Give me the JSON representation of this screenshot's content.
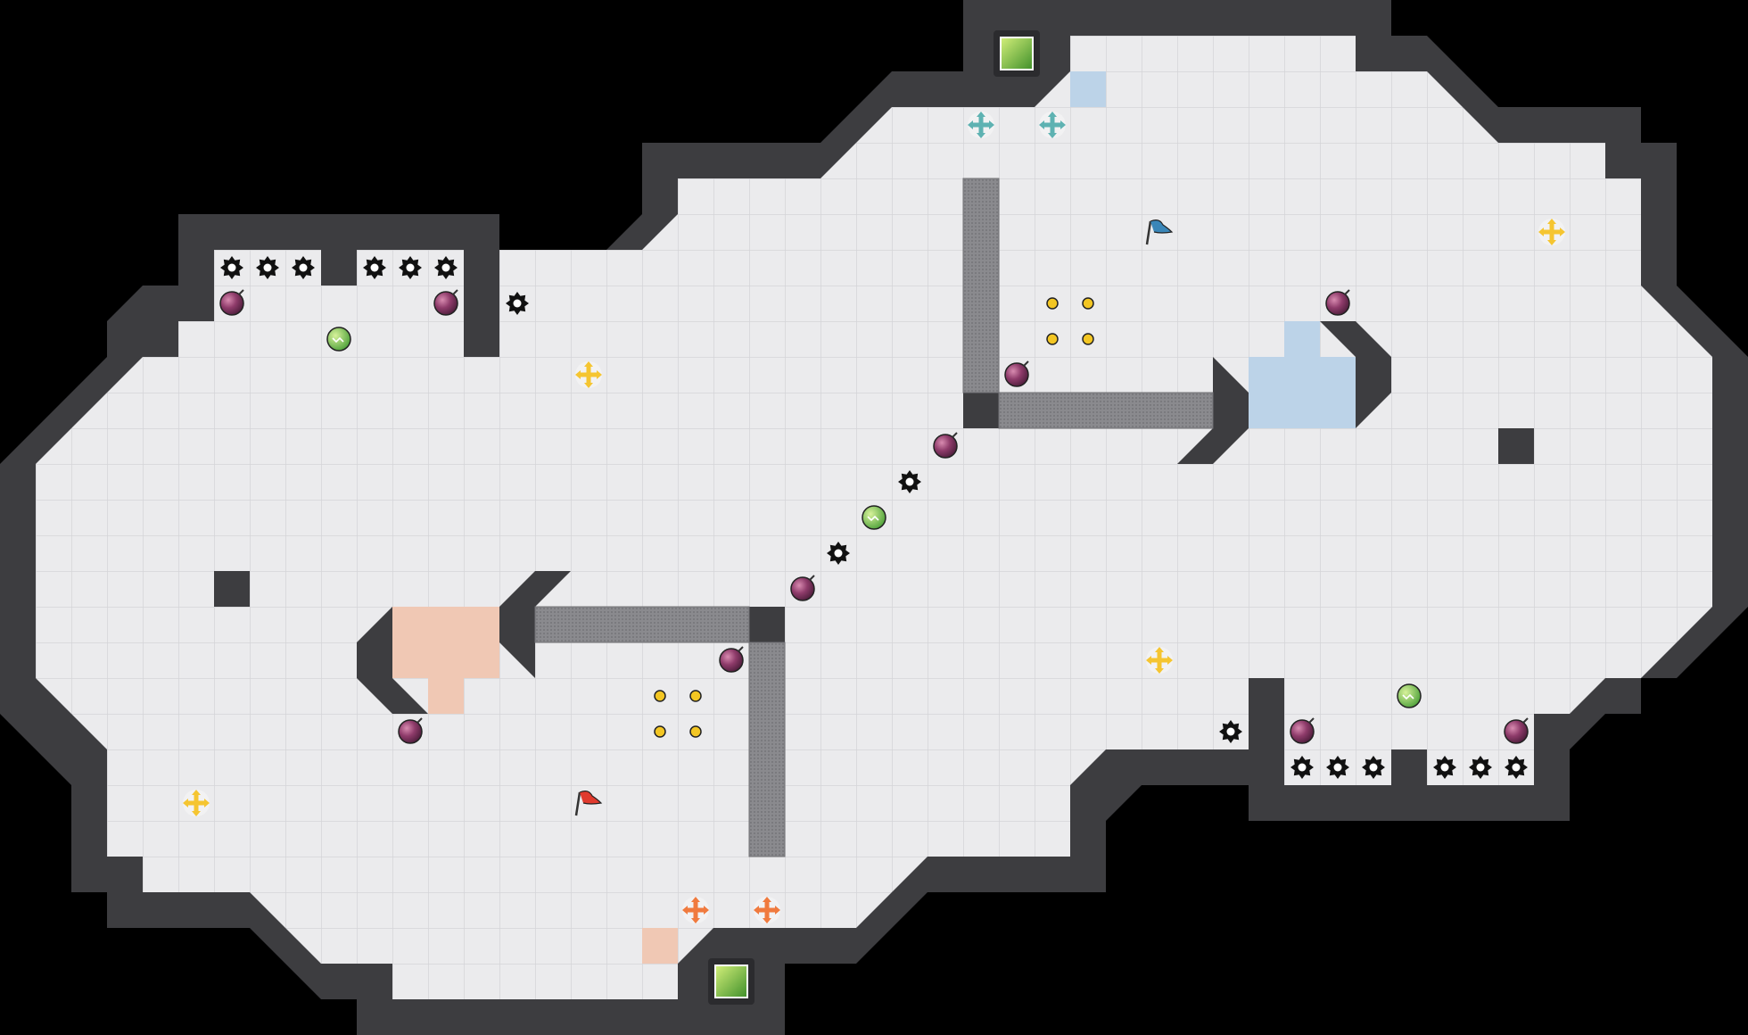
{
  "scene": "capture-the-flag-arena",
  "colors": {
    "void": "#000000",
    "floor": "#ebebed",
    "grid": "#d4d4d8",
    "wall": "#3d3d40",
    "wall_edge": "#5a5a5e",
    "red_zone": "#f0c8b4",
    "blue_zone": "#bcd3e8",
    "gate": "#8a8a8e",
    "portal_frame": "#2b2b2e",
    "portal_light": "#b6e05a",
    "portal_dark": "#4f9a32",
    "bomb": "#8e3b6a",
    "powerup": "#8fce55",
    "spike": "#111111",
    "boost_yellow": "#f5c531",
    "boost_red": "#f07a3e",
    "boost_blue": "#5eb2b2",
    "button": "#f3c623",
    "red_flag": "#e03a2e",
    "blue_flag": "#3a86b8"
  },
  "tiles": {
    "cols": 49,
    "rows": 29,
    "rows_layout": [
      "................................................",
      "................................................",
      "................................................",
      "................................................",
      "................................................",
      "................................................",
      "................................................",
      "................................................",
      "................................................",
      "................................................",
      "................................................",
      "................................................",
      "................................................",
      "................................................",
      "................................................",
      "................................................",
      "................................................",
      "................................................",
      "................................................",
      "................................................",
      "................................................",
      "................................................",
      "................................................",
      "................................................",
      "................................................",
      "................................................",
      "................................................",
      "................................................",
      "................................................"
    ]
  },
  "entities": {
    "red_flag": {
      "col": 16,
      "row": 22,
      "label": "red-flag"
    },
    "blue_flag": {
      "col": 32,
      "row": 6,
      "label": "blue-flag"
    },
    "portals": [
      {
        "col": 28,
        "row": 1
      },
      {
        "col": 20,
        "row": 27
      }
    ],
    "bombs": [
      {
        "col": 6,
        "row": 8
      },
      {
        "col": 12,
        "row": 8
      },
      {
        "col": 28,
        "row": 10
      },
      {
        "col": 26,
        "row": 12
      },
      {
        "col": 22,
        "row": 16
      },
      {
        "col": 20,
        "row": 18
      },
      {
        "col": 11,
        "row": 20
      },
      {
        "col": 37,
        "row": 8
      },
      {
        "col": 36,
        "row": 20
      },
      {
        "col": 42,
        "row": 20
      }
    ],
    "powerups": [
      {
        "col": 9,
        "row": 9
      },
      {
        "col": 24,
        "row": 14
      },
      {
        "col": 39,
        "row": 19
      }
    ],
    "spikes": [
      {
        "col": 6,
        "row": 7
      },
      {
        "col": 7,
        "row": 7
      },
      {
        "col": 8,
        "row": 7
      },
      {
        "col": 10,
        "row": 7
      },
      {
        "col": 11,
        "row": 7
      },
      {
        "col": 12,
        "row": 7
      },
      {
        "col": 14,
        "row": 8
      },
      {
        "col": 25,
        "row": 13
      },
      {
        "col": 23,
        "row": 15
      },
      {
        "col": 34,
        "row": 20
      },
      {
        "col": 36,
        "row": 21
      },
      {
        "col": 37,
        "row": 21
      },
      {
        "col": 38,
        "row": 21
      },
      {
        "col": 40,
        "row": 21
      },
      {
        "col": 41,
        "row": 21
      },
      {
        "col": 42,
        "row": 21
      }
    ],
    "boosts_neutral": [
      {
        "col": 16,
        "row": 10
      },
      {
        "col": 5,
        "row": 22
      },
      {
        "col": 43,
        "row": 6
      },
      {
        "col": 32,
        "row": 18
      }
    ],
    "boosts_red": [
      {
        "col": 19,
        "row": 25
      },
      {
        "col": 21,
        "row": 25
      }
    ],
    "boosts_blue": [
      {
        "col": 27,
        "row": 3
      },
      {
        "col": 29,
        "row": 3
      }
    ],
    "buttons": [
      {
        "col": 29,
        "row": 8
      },
      {
        "col": 30,
        "row": 8
      },
      {
        "col": 29,
        "row": 9
      },
      {
        "col": 30,
        "row": 9
      },
      {
        "col": 18,
        "row": 19
      },
      {
        "col": 19,
        "row": 19
      },
      {
        "col": 18,
        "row": 20
      },
      {
        "col": 19,
        "row": 20
      }
    ]
  }
}
